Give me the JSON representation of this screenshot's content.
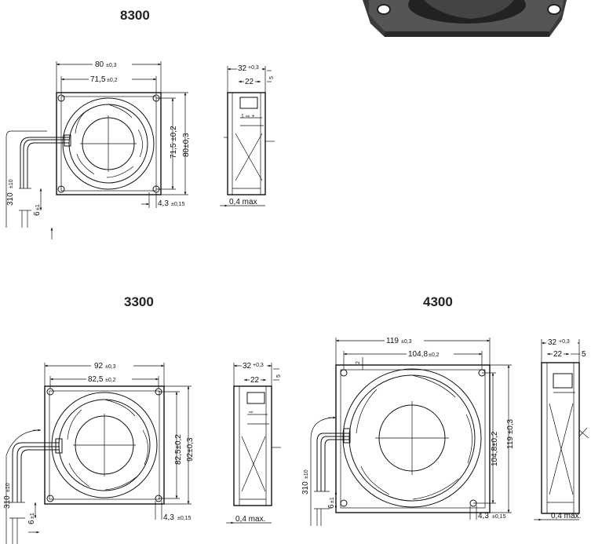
{
  "models": {
    "m8300": {
      "title": "8300",
      "frame_width": "80",
      "frame_width_tol": "±0,3",
      "hole_spacing": "71,5",
      "hole_spacing_tol": "±0,2",
      "depth": "32",
      "depth_tol": "+0,3",
      "hub_depth": "22",
      "side_offset": "5",
      "lead_length": "310",
      "lead_length_tol": "±10",
      "strip": "6",
      "strip_tol": "±1",
      "hole_dia": "4,3",
      "hole_dia_tol": "±0,15",
      "max_note": "0,4 max",
      "v_hole": "71,5 ±0,2",
      "v_frame": "80±0,3"
    },
    "m3300": {
      "title": "3300",
      "frame_width": "92",
      "frame_width_tol": "±0,3",
      "hole_spacing": "82,5",
      "hole_spacing_tol": "±0,2",
      "depth": "32",
      "depth_tol": "+0,3",
      "hub_depth": "22",
      "side_offset": "5",
      "lead_length": "310",
      "lead_length_tol": "±10",
      "strip": "6",
      "strip_tol": "±1",
      "hole_dia": "4,3",
      "hole_dia_tol": "±0,15",
      "max_note": "0,4 max.",
      "v_hole": "82,5±0,2",
      "v_frame": "92±0,3"
    },
    "m4300": {
      "title": "4300",
      "frame_width": "119",
      "frame_width_tol": "±0,3",
      "hole_spacing": "104,8",
      "hole_spacing_tol": "±0,2",
      "depth": "32",
      "depth_tol": "+0,3",
      "hub_depth": "22",
      "side_offset": "5",
      "corner": "2",
      "lead_length": "310",
      "lead_length_tol": "±10",
      "strip": "6",
      "strip_tol": "±1",
      "hole_dia": "4,3",
      "hole_dia_tol": "±0,15",
      "max_note": "0,4 max.",
      "v_hole": "104,8±0,2",
      "v_frame": "119 ±0,3"
    }
  }
}
